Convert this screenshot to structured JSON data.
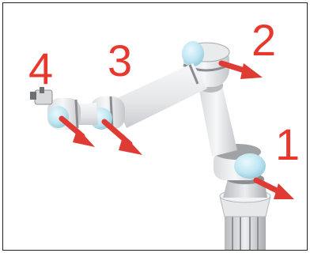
{
  "figure": {
    "labels": [
      {
        "id": "joint-1",
        "text": "1"
      },
      {
        "id": "joint-2",
        "text": "2"
      },
      {
        "id": "joint-3",
        "text": "3"
      },
      {
        "id": "joint-4",
        "text": "4"
      }
    ],
    "colors": {
      "arrow": "#e03a34",
      "label": "#e8382e",
      "joint_cap": "#bfe6f2",
      "link": "#e9ebec",
      "ring": "#8a8d90"
    }
  }
}
